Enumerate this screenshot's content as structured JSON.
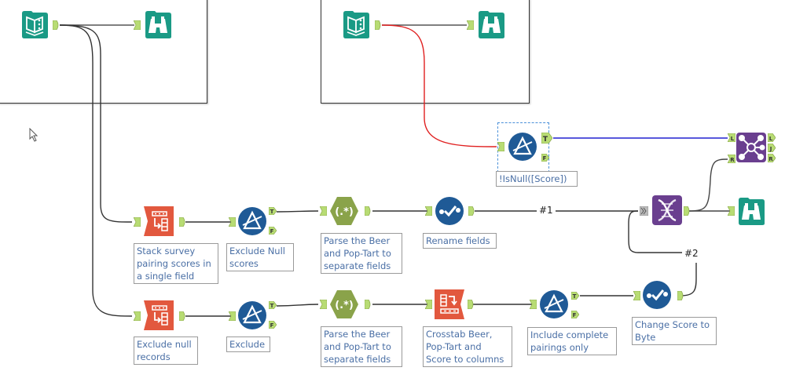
{
  "app": "Alteryx Designer workflow canvas",
  "colors": {
    "input_teal": "#1a9a85",
    "browse_teal": "#1a9a85",
    "transform_orange": "#e2583e",
    "parse_green": "#8aa34a",
    "preparation_blue": "#1f5a96",
    "join_purple": "#6a3f8f",
    "anchor_green": "#b8dc74",
    "wire_default": "#333333",
    "wire_red": "#e02020",
    "wire_blue": "#2020d0",
    "annotation_text": "#4a6fa5",
    "selection": "#4a90d9"
  },
  "containers": [
    {
      "name": "container-1"
    },
    {
      "name": "container-2"
    }
  ],
  "tools": [
    {
      "id": "input-1",
      "type": "input-data",
      "icon": "book-icon"
    },
    {
      "id": "browse-1",
      "type": "browse",
      "icon": "binoculars-icon"
    },
    {
      "id": "input-2",
      "type": "input-data",
      "icon": "book-icon"
    },
    {
      "id": "browse-2",
      "type": "browse",
      "icon": "binoculars-icon"
    },
    {
      "id": "filter-isnull",
      "type": "filter",
      "icon": "filter-icon",
      "annotation": "!IsNull([Score])",
      "anchors": [
        "T",
        "F"
      ]
    },
    {
      "id": "join-1",
      "type": "join",
      "icon": "join-icon",
      "anchors_in": [
        "L",
        "R"
      ],
      "anchors_out": [
        "L",
        "J",
        "R"
      ]
    },
    {
      "id": "browse-3",
      "type": "browse",
      "icon": "binoculars-icon"
    },
    {
      "id": "union-1",
      "type": "union",
      "icon": "dna-icon"
    },
    {
      "id": "transpose-1",
      "type": "transpose",
      "icon": "transpose-icon",
      "annotation": "Stack survey\npairing scores in\na single field"
    },
    {
      "id": "filter-1",
      "type": "filter",
      "icon": "filter-icon",
      "annotation": "Exclude Null\nscores",
      "anchors": [
        "T",
        "F"
      ]
    },
    {
      "id": "regex-1",
      "type": "regex",
      "icon": "regex-icon",
      "glyph": "(.*)",
      "annotation": "Parse the Beer\nand Pop-Tart to\nseparate fields"
    },
    {
      "id": "select-1",
      "type": "select",
      "icon": "checkmark-icon",
      "annotation": "Rename fields"
    },
    {
      "id": "transpose-2",
      "type": "transpose",
      "icon": "transpose-icon",
      "annotation": "Exclude null\nrecords"
    },
    {
      "id": "filter-2",
      "type": "filter",
      "icon": "filter-icon",
      "annotation": "Exclude",
      "anchors": [
        "T",
        "F"
      ]
    },
    {
      "id": "regex-2",
      "type": "regex",
      "icon": "regex-icon",
      "glyph": "(.*)",
      "annotation": "Parse the Beer\nand Pop-Tart to\nseparate fields"
    },
    {
      "id": "crosstab-1",
      "type": "crosstab",
      "icon": "crosstab-icon",
      "annotation": "Crosstab Beer,\nPop-Tart and\nScore to columns"
    },
    {
      "id": "filter-3",
      "type": "filter",
      "icon": "filter-icon",
      "annotation": "Include complete\npairings only",
      "anchors": [
        "T",
        "F"
      ]
    },
    {
      "id": "select-2",
      "type": "select",
      "icon": "checkmark-icon",
      "annotation": "Change Score to\nByte"
    }
  ],
  "wire_labels": {
    "w1": "#1",
    "w2": "#2"
  },
  "anchor_labels": {
    "T": "T",
    "F": "F",
    "L": "L",
    "R": "R",
    "J": "J"
  }
}
